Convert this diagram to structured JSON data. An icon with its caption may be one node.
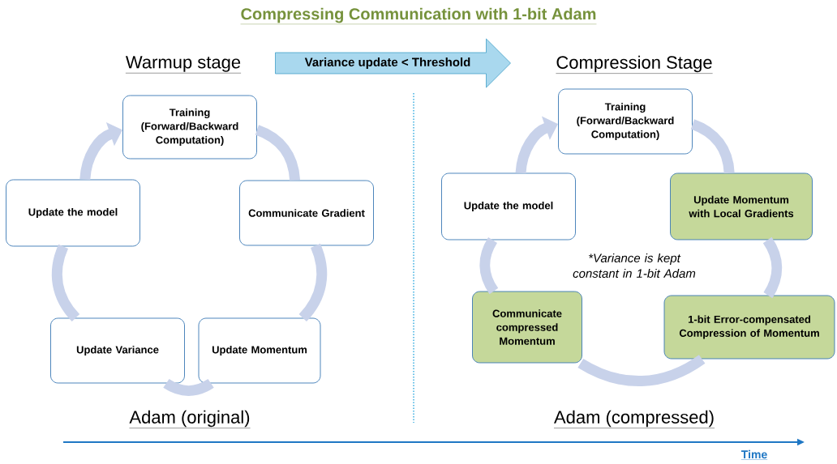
{
  "diagram": {
    "title": "Compressing Communication with 1-bit Adam",
    "nodes": [
      {
        "text": [
          "Training (Forward/Backward Computation)"
        ]
      },
      {
        "text": [
          "Communicate Gradient"
        ]
      },
      {
        "text": [
          "Update Momentum"
        ]
      },
      {
        "text": [
          "Update Variance"
        ]
      },
      {
        "text": [
          "Update the model"
        ]
      },
      {
        "text": [
          "Training (Forward/Backward Computation)"
        ]
      },
      {
        "text": [
          "Update Momentum with Local Gradients"
        ]
      },
      {
        "text": [
          "1-bit Error-compensated Compression of Momentum"
        ]
      },
      {
        "text": [
          "Communicate compressed Momentum"
        ]
      },
      {
        "text": [
          "Update the model"
        ]
      },
      {
        "text": [
          "Variance update < Threshold"
        ]
      }
    ],
    "edges": [
      {
        "from": 0,
        "to": 1,
        "arrow": "none"
      },
      {
        "from": 1,
        "to": 2,
        "arrow": "none"
      },
      {
        "from": 2,
        "to": 3,
        "arrow": "none"
      },
      {
        "from": 3,
        "to": 4,
        "arrow": "none"
      },
      {
        "from": 4,
        "to": 0,
        "arrow": "to"
      },
      {
        "from": 5,
        "to": 6,
        "arrow": "none"
      },
      {
        "from": 6,
        "to": 7,
        "arrow": "none"
      },
      {
        "from": 7,
        "to": 8,
        "arrow": "none"
      },
      {
        "from": 8,
        "to": 9,
        "arrow": "none"
      },
      {
        "from": 9,
        "to": 5,
        "arrow": "to"
      }
    ],
    "labels": [
      "Warmup stage",
      "Compression Stage",
      "*Variance is kept constant in 1-bit Adam",
      "Adam (original)",
      "Adam (compressed)",
      "Time"
    ]
  }
}
